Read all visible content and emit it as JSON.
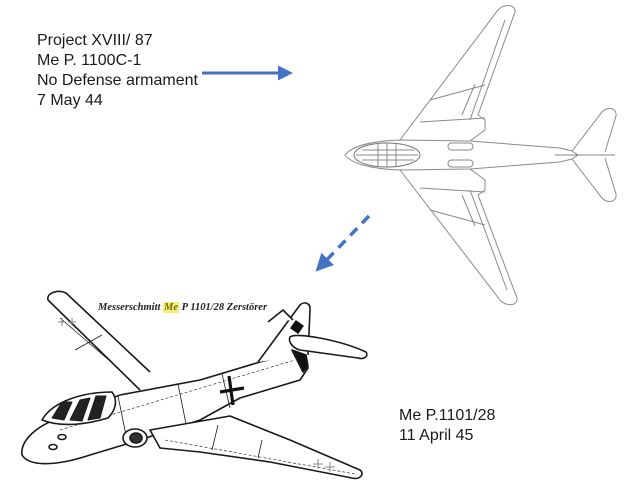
{
  "top_label": {
    "lines": [
      "Project XVIII/ 87",
      "Me P. 1100C-1",
      "No Defense armament",
      "7 May 44"
    ]
  },
  "bottom_label": {
    "lines": [
      "Me P.1101/28",
      "11 April 45"
    ]
  },
  "drawing_caption": {
    "prefix": "Messerschmitt ",
    "highlight": "Me",
    "suffix": " P 1101/28 Zerstörer"
  },
  "arrows": {
    "top": {
      "style": "solid",
      "direction": "right",
      "color": "#4472c4"
    },
    "middle": {
      "style": "dashed",
      "direction": "down-left",
      "color": "#4472c4"
    }
  },
  "figures": {
    "top_right": {
      "subject": "aircraft-plan-view-sketch",
      "markings": []
    },
    "bottom_left": {
      "subject": "aircraft-perspective-drawing",
      "markings": [
        "balkenkreuz-fuselage",
        "balkenkreuz-wing",
        "balkenkreuz-wing",
        "tail-fin-marking"
      ]
    }
  },
  "colors": {
    "arrow": "#4472c4",
    "text": "#1a1a1a",
    "caption_highlight": "#f5ef7a",
    "sketch_line": "#8a8a8a",
    "drawing_line": "#1a1a1a"
  }
}
